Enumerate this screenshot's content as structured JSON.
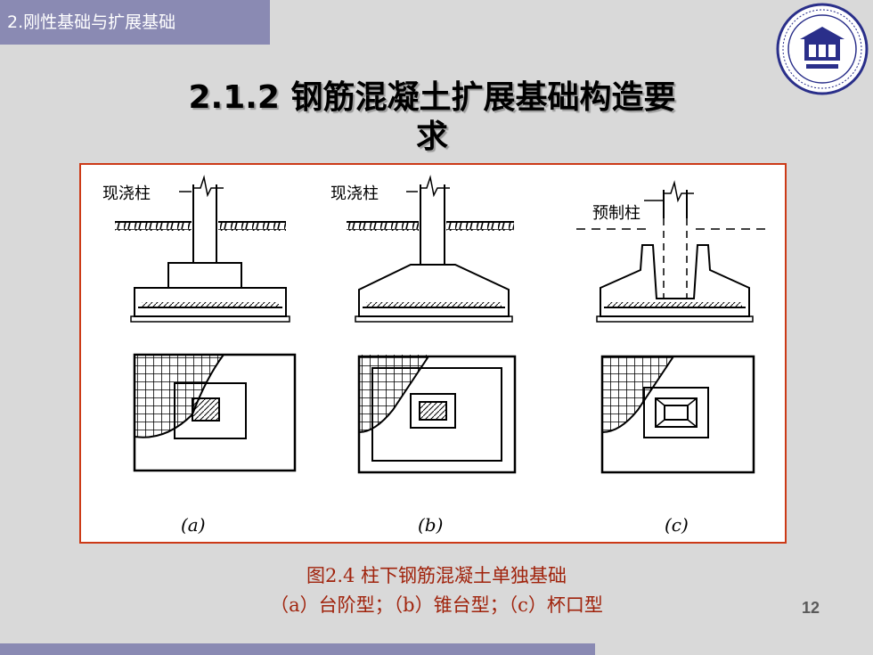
{
  "header": {
    "section_label": "2.刚性基础与扩展基础"
  },
  "title": {
    "line1": "2.1.2 钢筋混凝土扩展基础构造要",
    "line2": "求"
  },
  "figure": {
    "panels": [
      {
        "column_label": "现浇柱",
        "sub_label": "(a)"
      },
      {
        "column_label": "现浇柱",
        "sub_label": "(b)"
      },
      {
        "column_label": "预制柱",
        "sub_label": "(c)"
      }
    ]
  },
  "caption": {
    "line1": "图2.4 柱下钢筋混凝土单独基础",
    "line2": "（a）台阶型；（b）锥台型；（c）杯口型"
  },
  "footer": {
    "page_number": "12"
  },
  "colors": {
    "accent": "#8a8ab3",
    "frame": "#cc3a17",
    "caption": "#a0230c",
    "logo": "#2a2f8a"
  },
  "logo": {
    "icon": "university-seal-icon"
  }
}
